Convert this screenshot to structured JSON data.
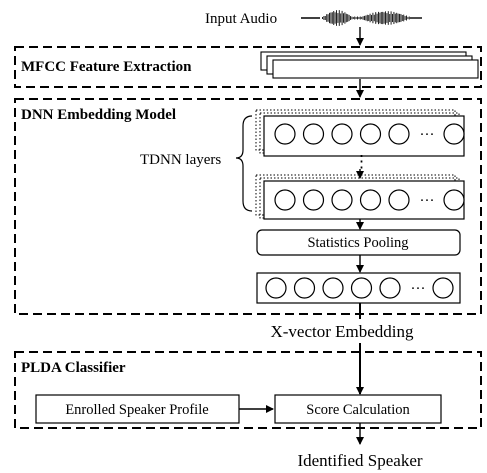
{
  "labels": {
    "input_audio": "Input Audio",
    "mfcc_title": "MFCC Feature Extraction",
    "dnn_title": "DNN Embedding Model",
    "tdnn_layers": "TDNN layers",
    "statistics_pooling": "Statistics Pooling",
    "xvector_embedding": "X-vector Embedding",
    "plda_title": "PLDA Classifier",
    "enrolled_profile": "Enrolled Speaker Profile",
    "score_calculation": "Score Calculation",
    "identified_speaker": "Identified Speaker",
    "ellipsis": "···",
    "vertical_ellipsis": "⋮"
  },
  "colors": {
    "stroke": "#000000",
    "background": "#ffffff"
  },
  "icons": {
    "audio_waveform": "audio-waveform-icon"
  }
}
